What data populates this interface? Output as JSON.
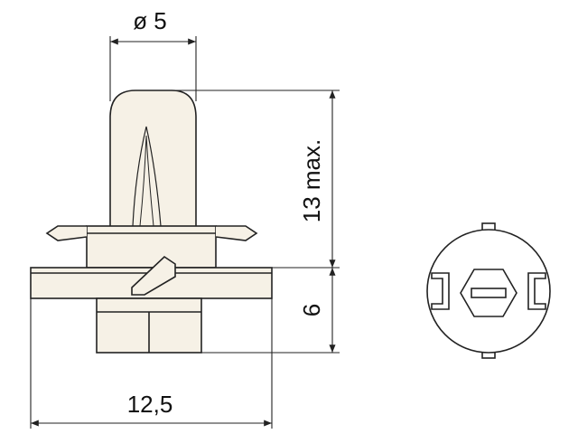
{
  "colors": {
    "line": "#222222",
    "bulb_fill": "#f6f1e6",
    "body_fill": "#f6f1e6",
    "background": "#ffffff"
  },
  "dimensions": {
    "diameter_label": "ø 5",
    "height_label": "13 max.",
    "base_height_label": "6",
    "width_label": "12,5"
  }
}
